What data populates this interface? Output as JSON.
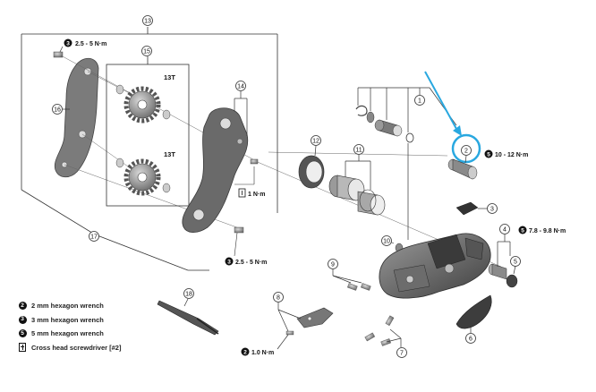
{
  "callouts": {
    "c1": "1",
    "c2": "2",
    "c3": "3",
    "c4": "4",
    "c5": "5",
    "c6": "6",
    "c7": "7",
    "c8": "8",
    "c9": "9",
    "c10": "10",
    "c11": "11",
    "c12": "12",
    "c13": "13",
    "c14": "14",
    "c15": "15",
    "c16": "16",
    "c17": "17",
    "c18": "18"
  },
  "torque": {
    "t_top_left": {
      "badge": "3",
      "text": "2.5 - 5 N·m"
    },
    "t_bottom_left": {
      "badge": "3",
      "text": "2.5 - 5 N·m"
    },
    "t_screwdriver": {
      "text": "1 N·m"
    },
    "t_axle": {
      "badge": "5",
      "text": "10 - 12 N·m"
    },
    "t_bolt": {
      "badge": "5",
      "text": "7.8 - 9.8 N·m"
    },
    "t_small": {
      "badge": "2",
      "text": "1.0 N·m"
    }
  },
  "labels": {
    "teeth_upper": "13T",
    "teeth_lower": "13T"
  },
  "legend": [
    {
      "badge": "2",
      "text": "2 mm hexagon wrench"
    },
    {
      "badge": "3",
      "text": "3 mm hexagon wrench"
    },
    {
      "badge": "5",
      "text": "5 mm hexagon wrench"
    },
    {
      "badge": "",
      "icon": "screwdriver-icon",
      "text": "Cross head screwdriver [#2]"
    }
  ],
  "colors": {
    "highlight": "#29a8e0",
    "line": "#333333",
    "part": "#8a8a8a",
    "part_dark": "#4d4d4d"
  }
}
